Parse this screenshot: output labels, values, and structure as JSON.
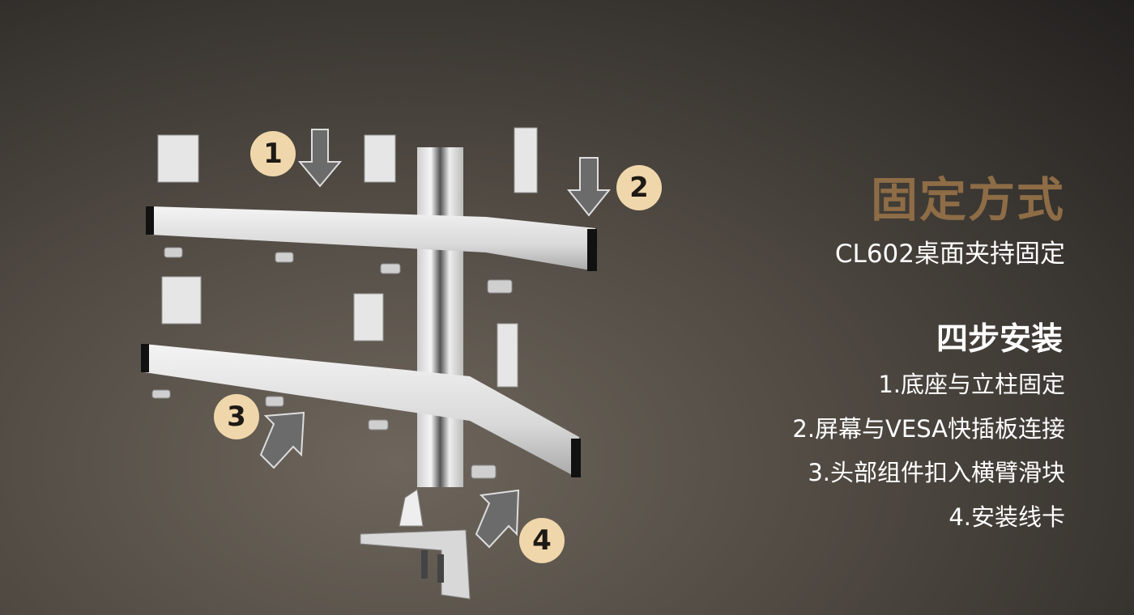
{
  "title": "固定方式",
  "subtitle": "CL602桌面夹持固定",
  "steps_title": "四步安装",
  "steps": [
    "1.底座与立柱固定",
    "2.屏幕与VESA快插板连接",
    "3.头部组件扣入横臂滑块",
    "4.安装线卡"
  ],
  "badges": [
    "1",
    "2",
    "3",
    "4"
  ],
  "colors": {
    "title": "#8d6c46",
    "badge": "#f0d7ab",
    "arrow": "#6b6b6b"
  }
}
